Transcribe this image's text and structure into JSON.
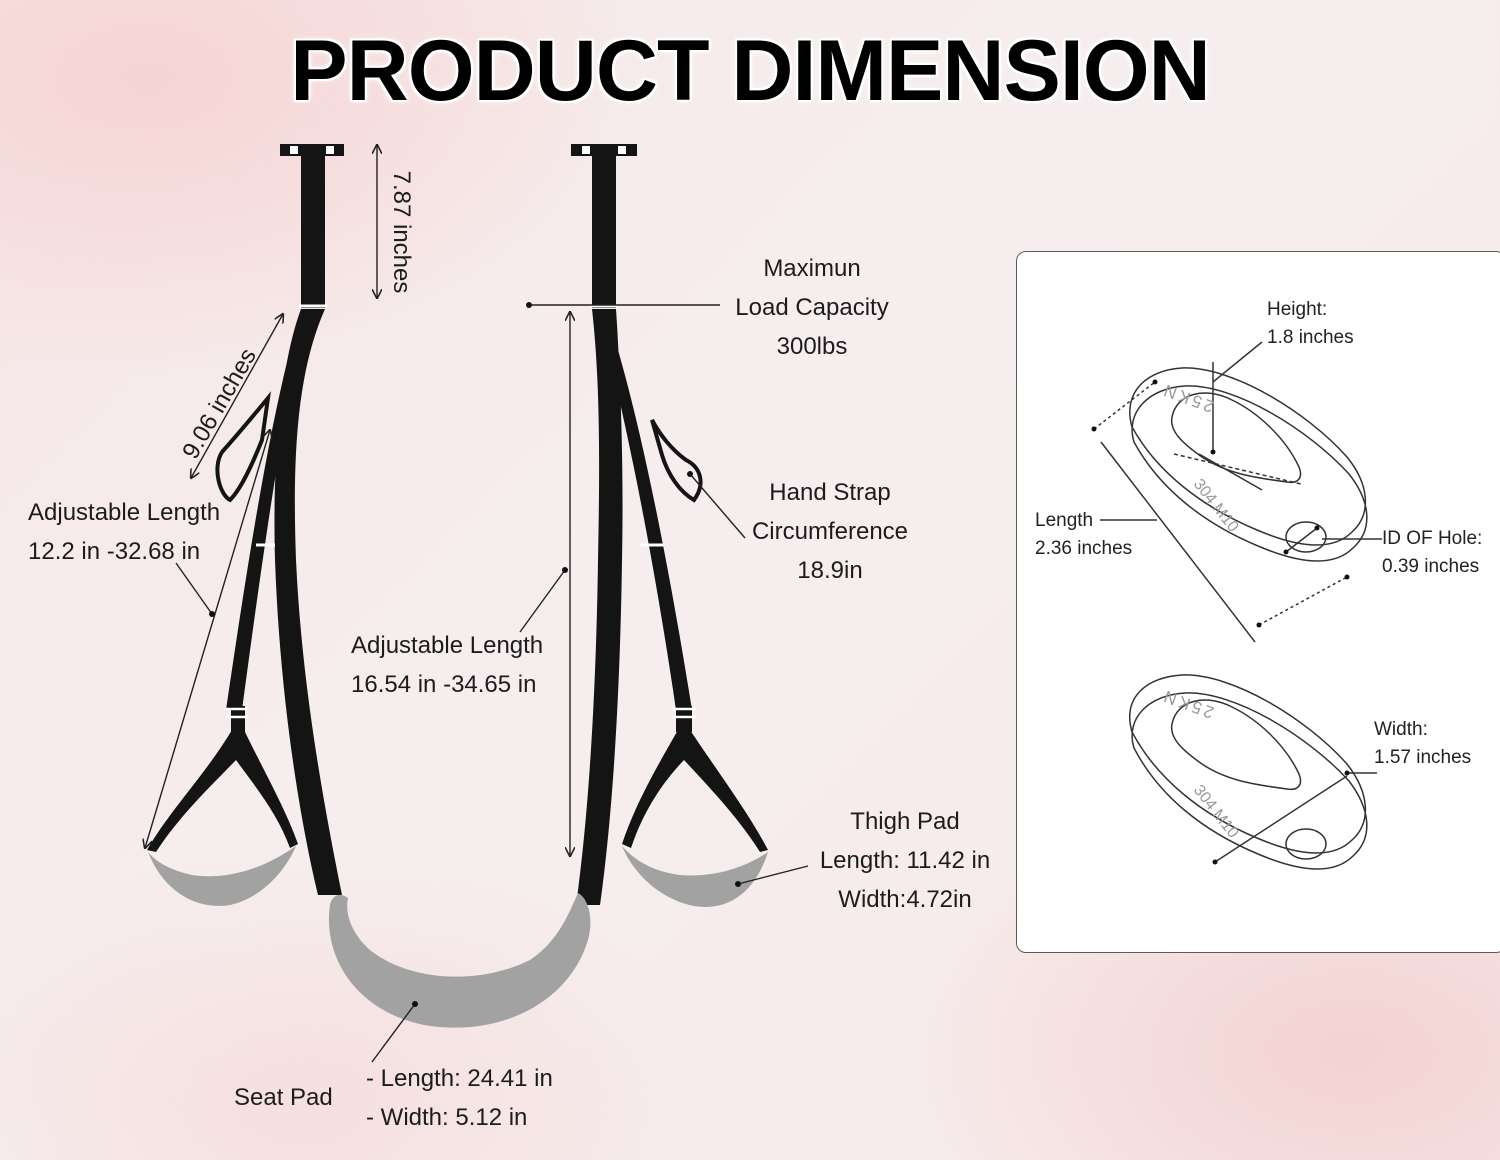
{
  "title": "PRODUCT DIMENSION",
  "labels": {
    "top_strap": "7.87 inches",
    "hand_strap_length": "9.06 inches",
    "left_adjustable": {
      "line1": "Adjustable Length",
      "line2": "12.2 in -32.68 in"
    },
    "max_load": {
      "line1": "Maximun",
      "line2": "Load Capacity",
      "line3": "300lbs"
    },
    "hand_strap": {
      "line1": "Hand Strap",
      "line2": "Circumference",
      "line3": "18.9in"
    },
    "center_adjustable": {
      "line1": "Adjustable Length",
      "line2": "16.54 in -34.65 in"
    },
    "thigh_pad": {
      "line1": "Thigh Pad",
      "line2": "Length: 11.42 in",
      "line3": "Width:4.72in"
    },
    "seat_pad": {
      "name": "Seat Pad",
      "line1": "- Length: 24.41 in",
      "line2": "- Width: 5.12 in"
    }
  },
  "hook_panel": {
    "height": {
      "line1": "Height:",
      "line2": "1.8 inches"
    },
    "length": {
      "line1": "Length",
      "line2": "2.36 inches"
    },
    "hole": {
      "line1": "ID OF Hole:",
      "line2": "0.39 inches"
    },
    "width": {
      "line1": "Width:",
      "line2": "1.57 inches"
    },
    "stamp_top": "25KN",
    "stamp_mid": "304  M10"
  },
  "colors": {
    "strap": "#141414",
    "pad": "#a2a2a2",
    "accent": "#ffffff"
  }
}
